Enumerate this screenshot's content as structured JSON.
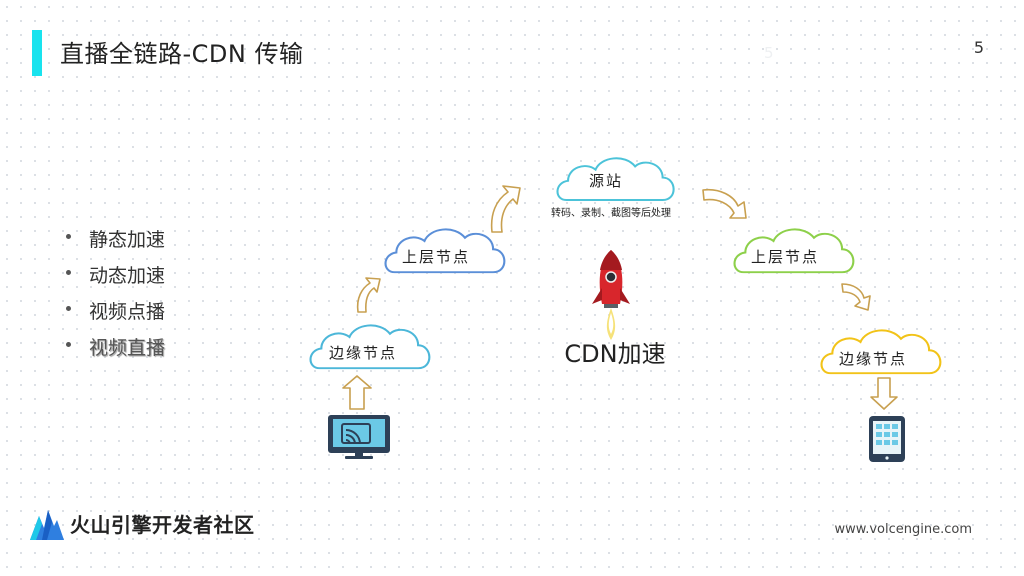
{
  "header": {
    "title": "直播全链路-CDN 传输",
    "page_number": "5",
    "ghost_number": "5"
  },
  "bullets": [
    "静态加速",
    "动态加速",
    "视频点播",
    "视频直播"
  ],
  "diagram": {
    "origin": {
      "label": "源站",
      "caption": "转码、录制、截图等后处理"
    },
    "upper_left": {
      "label": "上层节点"
    },
    "upper_right": {
      "label": "上层节点"
    },
    "edge_left": {
      "label": "边缘节点"
    },
    "edge_right": {
      "label": "边缘节点"
    },
    "center_label": "CDN加速",
    "colors": {
      "origin": "#4cc3d9",
      "upper_left": "#5b8fd8",
      "upper_right": "#8dd04a",
      "edge_left": "#4cb7d9",
      "edge_right": "#f2c318",
      "arrow": "#c8a050",
      "rocket": "#d8262c"
    },
    "icons": {
      "source_device": "monitor-cast-icon",
      "target_device": "tablet-icon",
      "rocket": "rocket-icon"
    }
  },
  "footer": {
    "brand": "火山引擎开发者社区",
    "url": "www.volcengine.com"
  }
}
